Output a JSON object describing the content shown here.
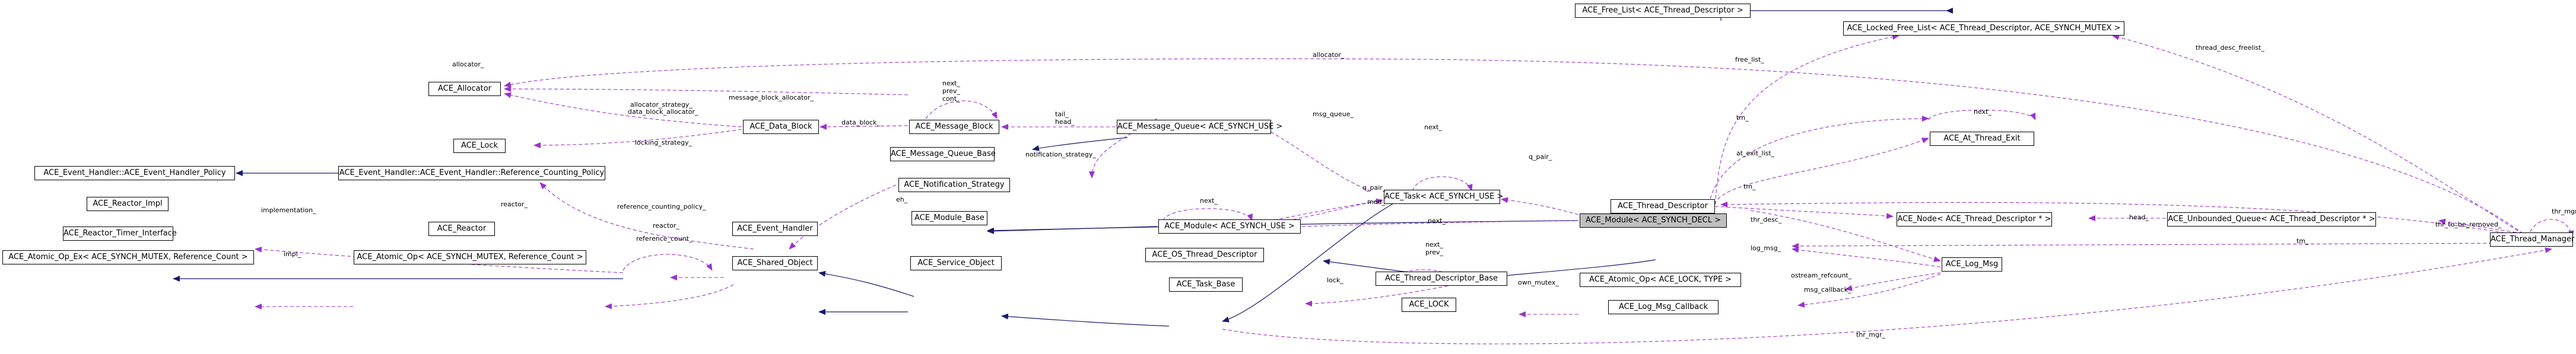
{
  "colors": {
    "inherit": "#191970",
    "use": "#9a32cd",
    "node_fill": "#ffffff",
    "focus_fill": "#bfbfbf"
  },
  "nodes": {
    "free_list": "ACE_Free_List< ACE_Thread_Descriptor >",
    "locked_free_list": "ACE_Locked_Free_List< ACE_Thread_Descriptor, ACE_SYNCH_MUTEX >",
    "allocator": "ACE_Allocator",
    "lock": "ACE_Lock",
    "data_block": "ACE_Data_Block",
    "message_block": "ACE_Message_Block",
    "message_queue": "ACE_Message_Queue< ACE_SYNCH_USE >",
    "message_queue_base": "ACE_Message_Queue_Base",
    "notification_strategy": "ACE_Notification_Strategy",
    "at_thread_exit": "ACE_At_Thread_Exit",
    "eh_policy": "ACE_Event_Handler::ACE_Event_Handler_Policy",
    "eh_ref_policy": "ACE_Event_Handler::ACE_Event_Handler::Reference_Counting_Policy",
    "task": "ACE_Task< ACE_SYNCH_USE >",
    "module_decl": "ACE_Module< ACE_SYNCH_DECL >",
    "node_td": "ACE_Node< ACE_Thread_Descriptor * >",
    "unbounded_queue": "ACE_Unbounded_Queue< ACE_Thread_Descriptor * >",
    "module_use": "ACE_Module< ACE_SYNCH_USE >",
    "reactor_impl": "ACE_Reactor_Impl",
    "reactor": "ACE_Reactor",
    "reactor_timer": "ACE_Reactor_Timer_Interface",
    "event_handler": "ACE_Event_Handler",
    "module_base": "ACE_Module_Base",
    "thread_descriptor": "ACE_Thread_Descriptor",
    "thread_manager": "ACE_Thread_Manager",
    "atomic_op_ex": "ACE_Atomic_Op_Ex< ACE_SYNCH_MUTEX, Reference_Count >",
    "atomic_op_sync": "ACE_Atomic_Op< ACE_SYNCH_MUTEX, Reference_Count >",
    "log_msg": "ACE_Log_Msg",
    "shared_object": "ACE_Shared_Object",
    "service_object": "ACE_Service_Object",
    "os_thread_descriptor": "ACE_OS_Thread_Descriptor",
    "task_base": "ACE_Task_Base",
    "thread_descriptor_base": "ACE_Thread_Descriptor_Base",
    "atomic_op_lock": "ACE_Atomic_Op< ACE_LOCK, TYPE >",
    "ace_lock": "ACE_LOCK",
    "log_msg_callback": "ACE_Log_Msg_Callback"
  },
  "edge_labels": {
    "allocator_": "allocator_",
    "message_block_allocator_": "message_block_allocator_",
    "allocator_strategy_": "allocator_strategy_",
    "data_block_allocator_": "data_block_allocator_",
    "locking_strategy_": "locking_strategy_",
    "data_block_": "data_block_",
    "next_prev_cont": "next_\nprev_\ncont_",
    "tail_head": "tail_\nhead_",
    "msg_queue_": "msg_queue_",
    "notification_strategy_": "notification_strategy_",
    "next_task": "next_",
    "q_pair_task": "q_pair_",
    "mod_": "mod_",
    "next_mod_use": "next_",
    "q_pair_": "q_pair_",
    "next_mod_decl": "next_",
    "eh_": "eh_",
    "reference_counting_policy_": "reference_counting_policy_",
    "implementation_": "implementation_",
    "reactor_self": "reactor_",
    "reactor_": "reactor_",
    "reference_count_": "reference_count_",
    "impl_": "impl_",
    "allocator_top": "allocator_",
    "free_list_": "free_list_",
    "thread_desc_freelist_": "thread_desc_freelist_",
    "tm_": "tm_",
    "next_at": "next_",
    "at_exit_list_": "at_exit_list_",
    "tm_top": "tm_",
    "thr_mgr_self": "thr_mgr_",
    "head_": "head_",
    "thr_to_be_removed_": "thr_to_be_removed_",
    "tm_td": "tm_",
    "thr_desc_": "thr_desc_",
    "log_msg_": "log_msg_",
    "next_prev_tdb": "next_\nprev_",
    "lock_": "lock_",
    "own_mutex_": "own_mutex_",
    "ostream_refcount_": "ostream_refcount_",
    "msg_callback_": "msg_callback_",
    "thr_mgr_": "thr_mgr_"
  }
}
